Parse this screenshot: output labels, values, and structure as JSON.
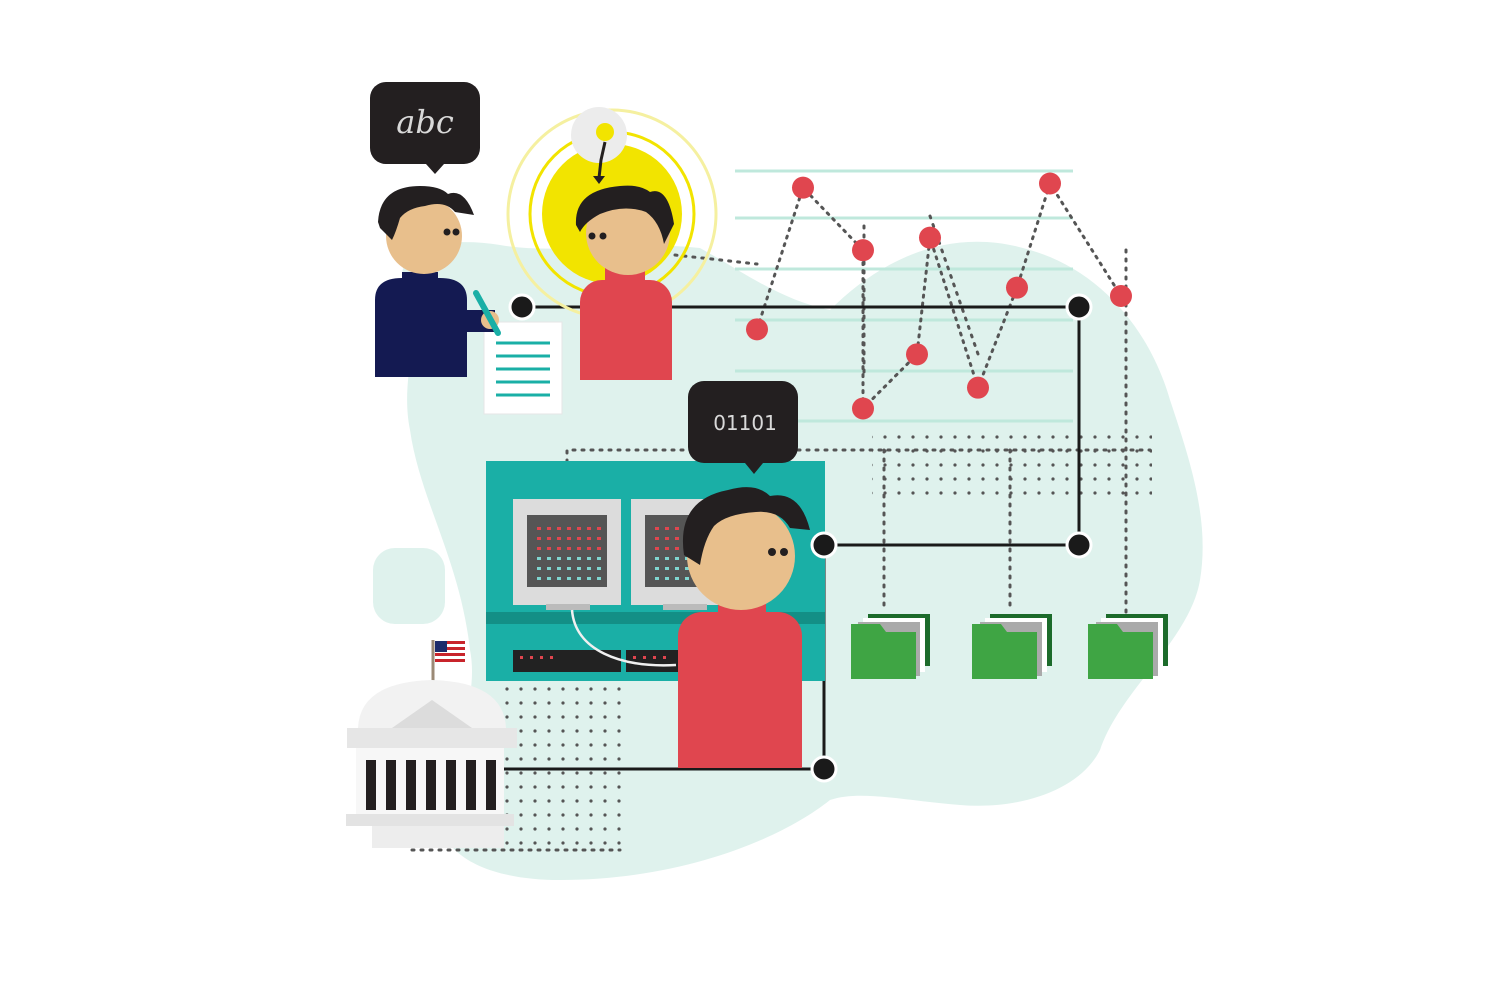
{
  "speech": {
    "writer_bubble": "abc",
    "coder_bubble": "01101"
  },
  "icons": {
    "writer": "person-writing-icon",
    "thinker": "person-idea-icon",
    "coder": "person-computer-icon",
    "lightbulb": "lightbulb-icon",
    "document": "document-icon",
    "server": "server-rack-icon",
    "government": "government-building-icon",
    "flag": "us-flag-icon",
    "folders": "folder-icon"
  },
  "colors": {
    "background_blob": "#dff2ed",
    "teal": "#1aafa6",
    "dark_teal": "#138f86",
    "red": "#e0464f",
    "navy": "#141a52",
    "skin": "#e8bf8c",
    "hair": "#231f20",
    "yellow": "#f2e400",
    "folder_green": "#3fa544",
    "folder_dark": "#1c6b2b",
    "line_black": "#1a1a1a",
    "grid_lines": "#bfe8dc"
  },
  "line_plot": {
    "values": [
      3.2,
      6.6,
      5.1,
      1.3,
      2.6,
      5.4,
      1.8,
      4.2,
      6.7,
      4.0
    ]
  }
}
